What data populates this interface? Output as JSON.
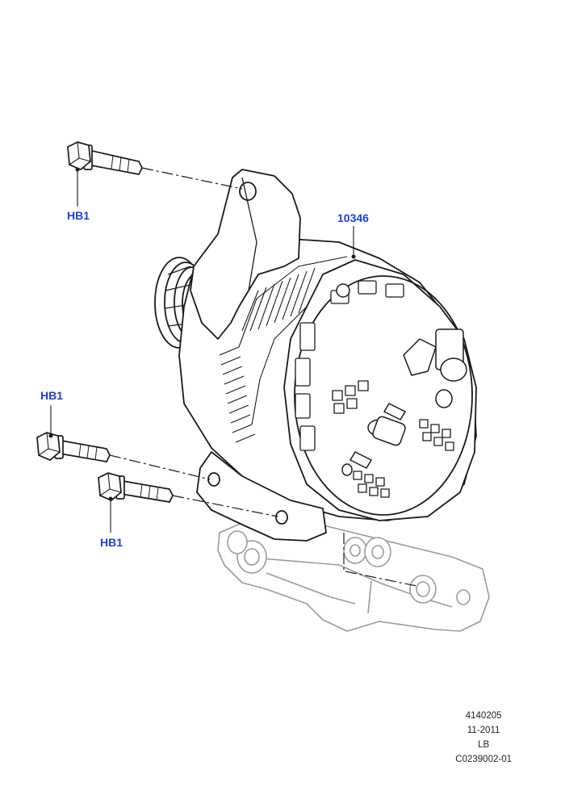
{
  "callouts": {
    "hb1_top": "HB1",
    "part_alternator": "10346",
    "hb1_middle": "HB1",
    "hb1_bottom": "HB1"
  },
  "footer": {
    "illustration_number": "4140205",
    "date": "11-2011",
    "market": "LB",
    "reference": "C0239002-01"
  },
  "colors": {
    "callout_blue": "#1d3fe0",
    "line": "#1a1a1a",
    "bracket_gray": "#9a9a9a"
  }
}
